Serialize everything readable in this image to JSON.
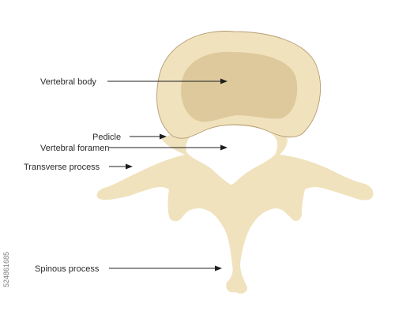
{
  "labels": {
    "vertebral_body": "Vertebral body",
    "pedicle": "Pedicle",
    "vertebral_foramen": "Vertebral foramen",
    "transverse_process": "Transverse process",
    "spinous_process": "Spinous process"
  },
  "stock_id": "524861685",
  "colors": {
    "bone": "#f0e2bd",
    "bone_outline": "#b59c73",
    "body_inner": "#ddc99c",
    "background": "#ffffff",
    "text": "#2a2a2a"
  }
}
